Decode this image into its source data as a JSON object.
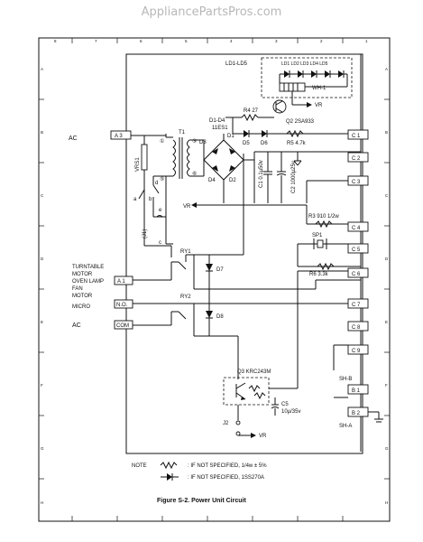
{
  "watermark": "AppliancePartsPros.com",
  "caption": "Figure S-2. Power Unit Circuit",
  "connectors_left": {
    "a3": "A 3",
    "a1": "A 1",
    "no": "N.O.",
    "com": "COM"
  },
  "connectors_right": {
    "c1": "C 1",
    "c2": "C 2",
    "c3": "C 3",
    "c4": "C 4",
    "c5": "C 5",
    "c6": "C 6",
    "c7": "C 7",
    "c8": "C 8",
    "c9": "C 9",
    "b1": "B 1",
    "b2": "B 2"
  },
  "labels": {
    "ac_top": "AC",
    "ac_bottom": "AC",
    "turntable": "TURNTABLE",
    "motor1": "MOTOR",
    "oven_lamp": "OVEN LAMP",
    "fan": "FAN",
    "motor2": "MOTOR",
    "micro": "MICRO",
    "ld_group": "LD1-LD5",
    "leds": "LD1 LD2 LD3 LD4 LD5",
    "wh1": "WH-1",
    "vr_top": "VR",
    "r4": "R4 27",
    "q2": "Q2 2SA933",
    "d1d4": "D1-D4",
    "es1": "11ES1",
    "d5": "D5",
    "d6": "D6",
    "r5": "R5 4.7k",
    "t1": "T1",
    "vrs1": "VRS1",
    "d1": "D1",
    "d2": "D2",
    "d3": "D3",
    "d4": "D4",
    "c1cap": "C1 0.1µ50v",
    "c2cap": "C2 1000µ25v",
    "vr_mid": "VR",
    "r3": "R3 910 1/2w",
    "sp1": "SP1",
    "r6": "R6 3.3k",
    "ry1": "RY1",
    "ry2": "RY2",
    "d7": "D7",
    "d8": "D8",
    "q3": "Q3 KRC243M",
    "c5": "C5",
    "c5val": "10µ/35v",
    "j2": "J2",
    "vr_bot": "VR",
    "shb": "SH-B",
    "sha": "SH-A",
    "sw_a": "a",
    "sw_b": "b",
    "sw_c": "c",
    "sw_d": "d",
    "sw_e": "e",
    "j1": "(J1)",
    "t1_1": "①",
    "t1_3": "③",
    "t1_5": "⑤",
    "t1_6": "⑥"
  },
  "note": {
    "title": "NOTE",
    "line1": ": IF NOT SPECIFIED, 1/4w ± 5%",
    "line2": ": IF NOT SPECIFIED, 1SS270A"
  },
  "frame": {
    "top_ticks": [
      "8",
      "7",
      "6",
      "5",
      "4",
      "3",
      "2",
      "1"
    ],
    "side_ticks": [
      "A",
      "B",
      "C",
      "D",
      "E",
      "F",
      "G",
      "H"
    ]
  }
}
